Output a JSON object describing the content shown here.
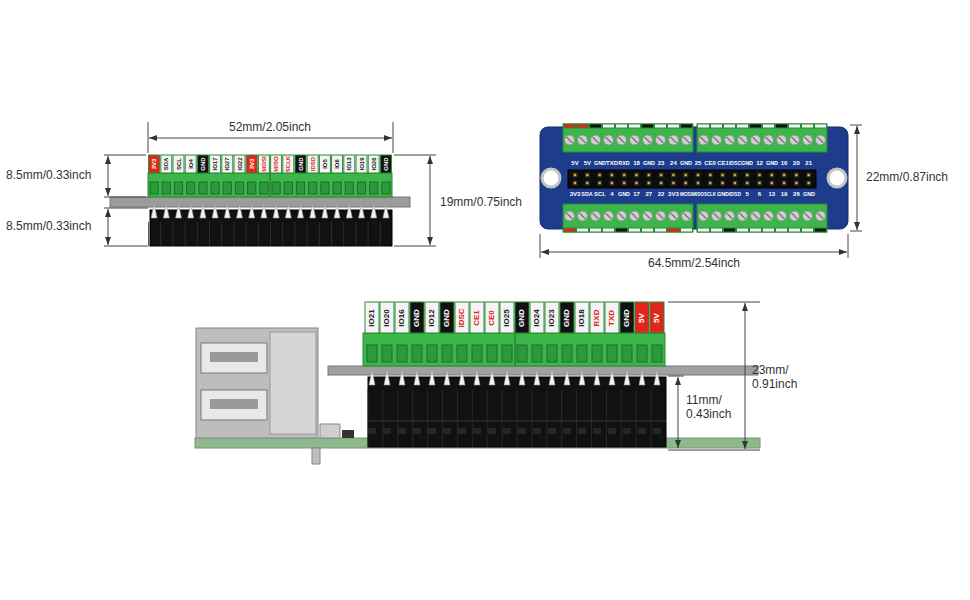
{
  "diagram": {
    "labels": [
      "52mm/2.05inch",
      "8.5mm/0.33inch",
      "3V3",
      "SDA",
      "SCL",
      "IO4",
      "GND",
      "IO17",
      "IO27",
      "IO22",
      "3V3",
      "MOSI",
      "MISO",
      "SCLK",
      "GND",
      "IDSD",
      "IO5",
      "IO6",
      "IO13",
      "IO19",
      "IO26",
      "GND",
      "8.5mm/0.33inch",
      "19mm/0.75inch",
      "5V",
      "5V",
      "GND",
      "TXD",
      "RXD",
      "18",
      "GND",
      "23",
      "24",
      "GND",
      "25",
      "CE0",
      "CE1",
      "IDSC",
      "GND",
      "12",
      "GND",
      "16",
      "20",
      "21",
      "3V3",
      "SDA",
      "SCL",
      "4",
      "GND",
      "17",
      "27",
      "22",
      "3V3",
      "MOSI",
      "MISO",
      "SCLK",
      "GND",
      "IDSD",
      "5",
      "6",
      "13",
      "19",
      "26",
      "GND",
      "22mm/0.87inch",
      "64.5mm/2.54inch",
      "IO21",
      "IO20",
      "IO16",
      "GND",
      "IO12",
      "GND",
      "IDSC",
      "CE1",
      "CE0",
      "IO25",
      "GND",
      "IO24",
      "IO23",
      "GND",
      "IO18",
      "RXD",
      "TXD",
      "GND",
      "5V",
      "5V",
      "23mm/ 0.91inch",
      "11mm/ 0.43inch"
    ]
  }
}
